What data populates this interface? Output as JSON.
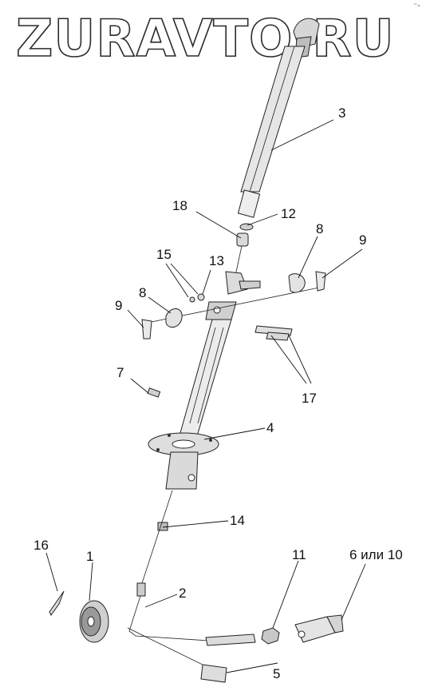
{
  "watermark": {
    "text": "ZURAVTO.RU"
  },
  "corner_mark": "⁻-",
  "callouts": {
    "c1": "1",
    "c2": "2",
    "c3": "3",
    "c4": "4",
    "c5": "5",
    "c6_10": "6 или 10",
    "c7": "7",
    "c8a": "8",
    "c8b": "8",
    "c9a": "9",
    "c9b": "9",
    "c11": "11",
    "c12": "12",
    "c13": "13",
    "c14": "14",
    "c15": "15",
    "c16": "16",
    "c17": "17",
    "c18": "18"
  },
  "colors": {
    "line": "#222222",
    "part_fill": "#e8e8e8",
    "dark_fill": "#555555"
  }
}
